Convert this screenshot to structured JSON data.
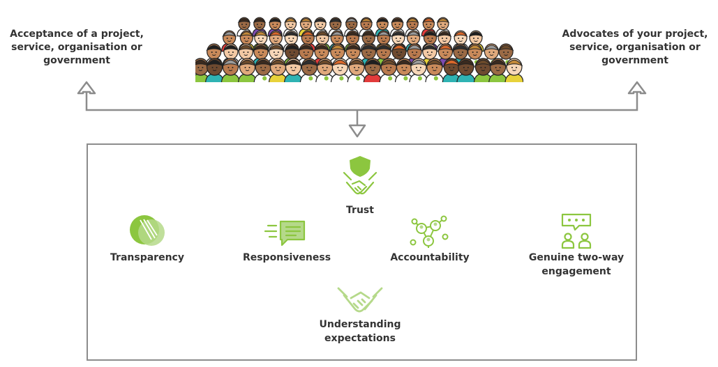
{
  "left_caption": "Acceptance of a project, service, organisation or government",
  "right_caption": "Advocates of your project, service, organisation or government",
  "pillars": {
    "trust": "Trust",
    "transparency": "Transparency",
    "responsiveness": "Responsiveness",
    "accountability": "Accountability",
    "engagement": "Genuine two-way engagement",
    "understanding": "Understanding expectations"
  },
  "colors": {
    "green": "#8cc63f",
    "light_green": "#b5d98a",
    "line": "#8c8c8c"
  },
  "icons": {
    "crowd": "crowd-illustration",
    "trust": "shield-handshake-icon",
    "transparency": "overlapping-circles-icon",
    "responsiveness": "speed-message-icon",
    "accountability": "network-people-icon",
    "engagement": "two-people-chat-icon",
    "understanding": "handshake-icon"
  }
}
